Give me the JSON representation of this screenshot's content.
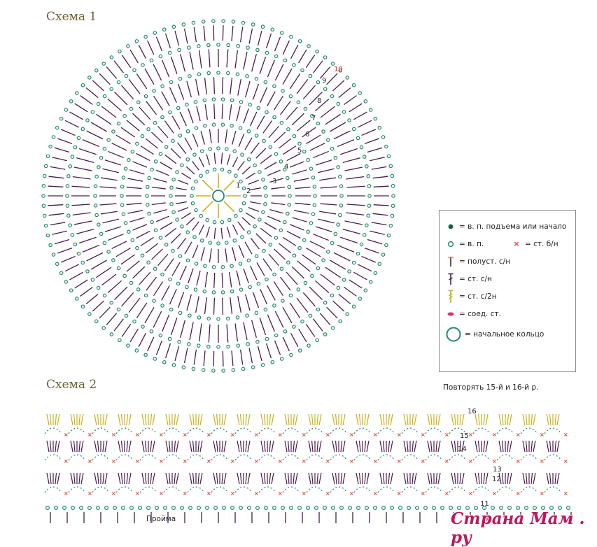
{
  "schemes": {
    "scheme1_title": "Схема 1",
    "scheme2_title": "Схема 2"
  },
  "round_numbers": [
    "1",
    "2",
    "3",
    "4",
    "5",
    "6",
    "7",
    "8",
    "9",
    "10"
  ],
  "strip_row_numbers": [
    "11",
    "12",
    "13",
    "14",
    "15",
    "16"
  ],
  "legend": {
    "items": [
      {
        "symbol": "ch-lift-icon",
        "text": "= в. п. подъема или начало"
      },
      {
        "symbol": "ch-icon",
        "text": "= в. п."
      },
      {
        "symbol": "sc-icon",
        "text": "= ст. б/н"
      },
      {
        "symbol": "hdc-icon",
        "text": "= полуст. с/н"
      },
      {
        "symbol": "dc-icon",
        "text": "= ст. с/н"
      },
      {
        "symbol": "tr-icon",
        "text": "= ст. с/2н"
      },
      {
        "symbol": "slst-icon",
        "text": "= соед. ст."
      },
      {
        "symbol": "ring-icon",
        "text": "= начальное кольцо"
      }
    ]
  },
  "strip": {
    "repeat_note": "Повторять 15-й и 16-й р.",
    "armhole_label": "Пройма"
  },
  "watermark": "Страна Мам . ру",
  "colors": {
    "chain": "#1f8a6a",
    "chain_dark": "#0b5e45",
    "stitch": "#4a1d4e",
    "treble": "#c7b21a",
    "sc": "#e53b2a",
    "slst": "#e0336e",
    "title": "#6b6233",
    "round_number_red": "#e02020"
  }
}
